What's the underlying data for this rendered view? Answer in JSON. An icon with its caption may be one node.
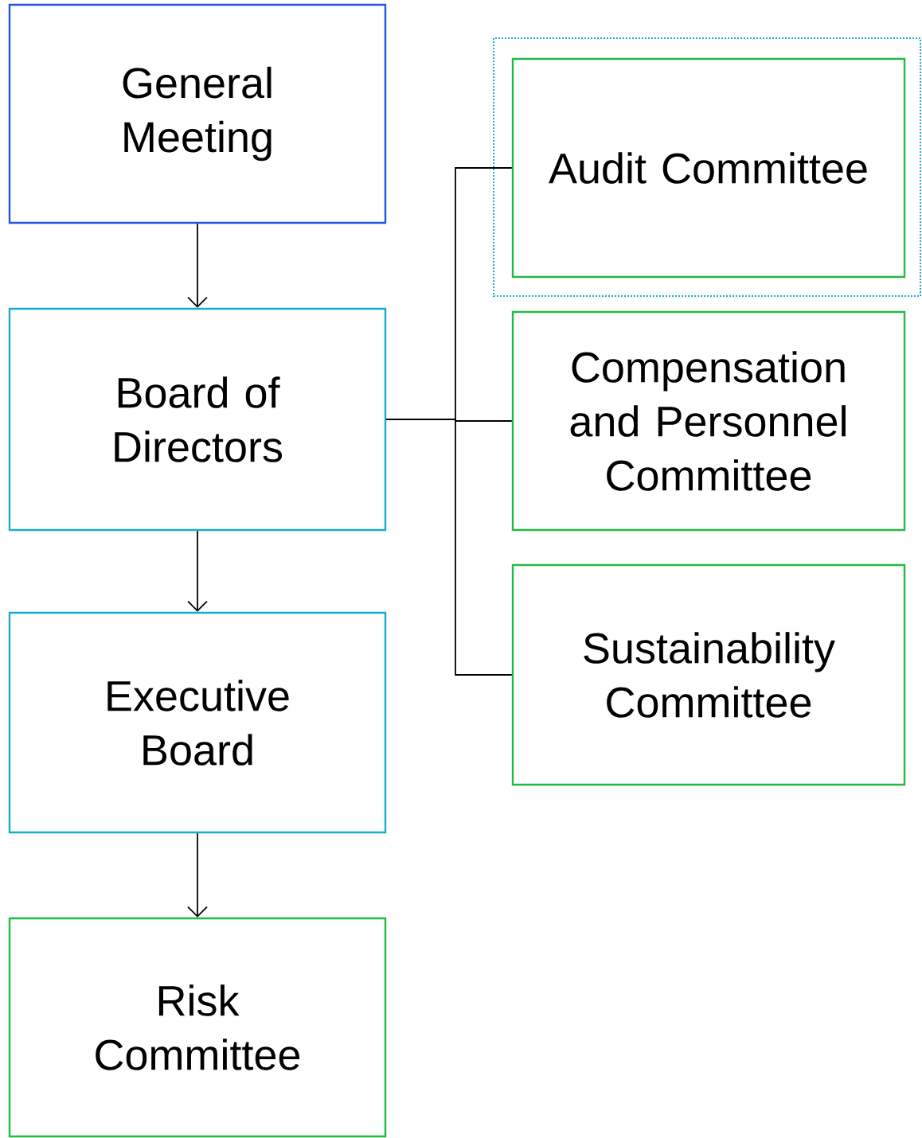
{
  "diagram": {
    "nodes": [
      {
        "text": [
          "General Meeting"
        ]
      },
      {
        "text": [
          "Board of Directors"
        ]
      },
      {
        "text": [
          "Executive Board"
        ]
      },
      {
        "text": [
          "Risk Committee"
        ]
      },
      {
        "text": [
          "Audit Committee"
        ]
      },
      {
        "text": [
          "Compensation and Personnel Committee"
        ]
      },
      {
        "text": [
          "Sustainability Committee"
        ]
      }
    ],
    "edges": [
      {
        "from": 0,
        "to": 1,
        "arrow": "to"
      },
      {
        "from": 1,
        "to": 2,
        "arrow": "to"
      },
      {
        "from": 2,
        "to": 3,
        "arrow": "to"
      },
      {
        "from": 1,
        "to": 4,
        "arrow": "none"
      },
      {
        "from": 1,
        "to": 5,
        "arrow": "none"
      },
      {
        "from": 1,
        "to": 6,
        "arrow": "none"
      }
    ]
  }
}
